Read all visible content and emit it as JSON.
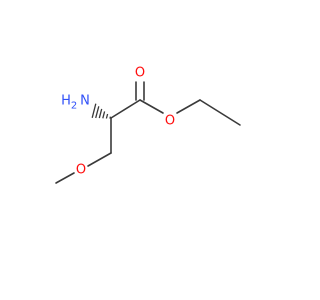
{
  "molecule": {
    "atoms": {
      "carbonyl_oxygen": {
        "symbol": "O",
        "color": "#ff0d0d"
      },
      "ester_oxygen": {
        "symbol": "O",
        "color": "#ff0d0d"
      },
      "ether_oxygen": {
        "symbol": "O",
        "color": "#ff0d0d"
      },
      "amino_nitrogen": {
        "symbol": "N",
        "hydrogen": "H",
        "hydrogen_count": "2",
        "color": "#3050f8"
      }
    },
    "colors": {
      "bond": "#3a3a3a",
      "background": "#ffffff"
    }
  }
}
